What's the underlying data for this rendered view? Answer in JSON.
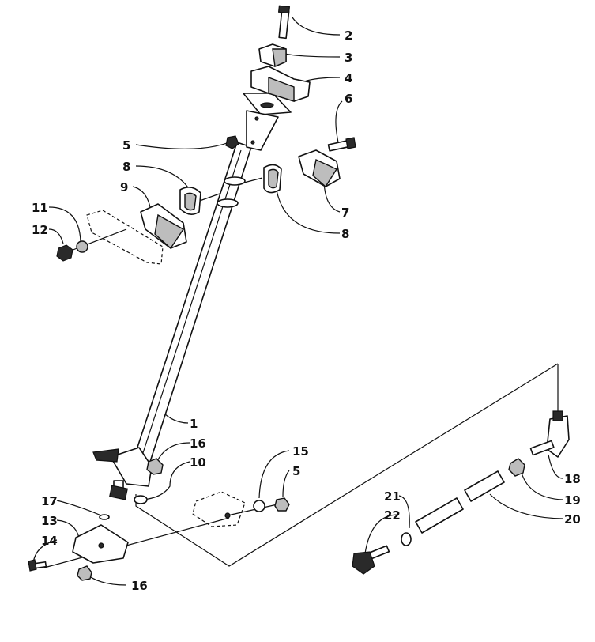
{
  "callouts": {
    "c1": "1",
    "c2": "2",
    "c3": "3",
    "c4": "4",
    "c5a": "5",
    "c5b": "5",
    "c6": "6",
    "c7": "7",
    "c8a": "8",
    "c8b": "8",
    "c9": "9",
    "c10": "10",
    "c11": "11",
    "c12": "12",
    "c13": "13",
    "c14": "14",
    "c15": "15",
    "c16a": "16",
    "c16b": "16",
    "c17": "17",
    "c18": "18",
    "c19": "19",
    "c20": "20",
    "c21": "21",
    "c22": "22"
  }
}
